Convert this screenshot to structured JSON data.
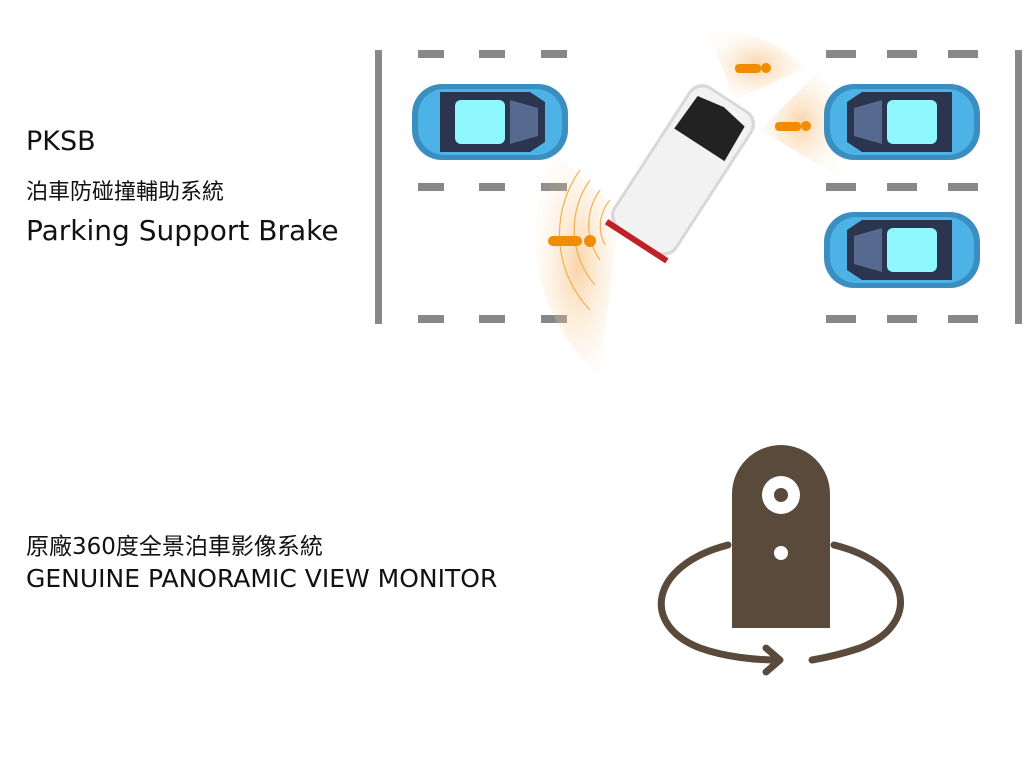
{
  "pksb": {
    "abbr": "PKSB",
    "name_zh": "泊車防碰撞輔助系統",
    "name_en": "Parking Support Brake"
  },
  "pvm": {
    "name_zh": "原廠360度全景泊車影像系統",
    "name_en": "GENUINE PANORAMIC VIEW MONITOR"
  },
  "colors": {
    "parked_car": "#4db3e6",
    "sensor": "#f5a524",
    "icon": "#5a4a3c",
    "lane": "#888888"
  }
}
